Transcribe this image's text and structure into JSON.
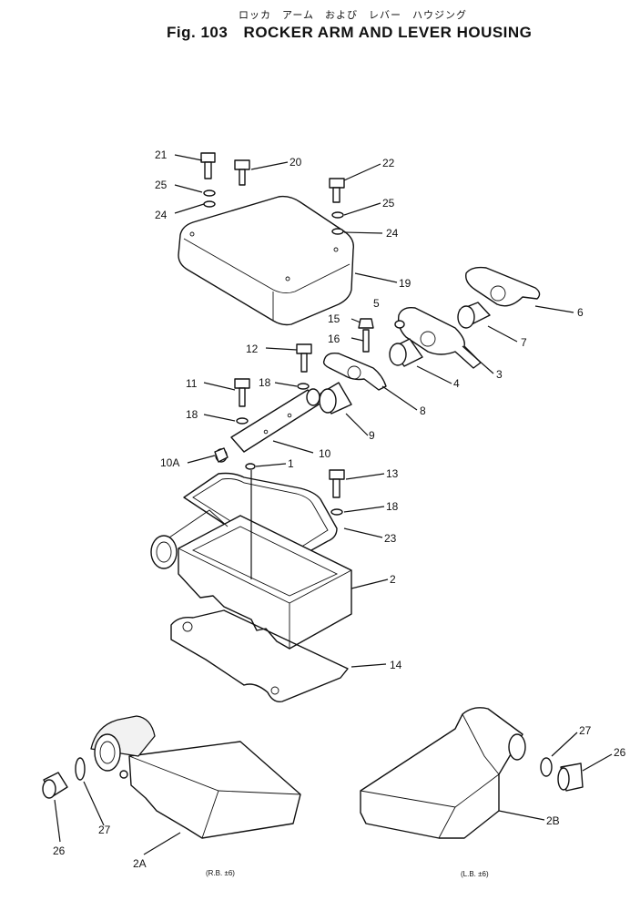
{
  "header": {
    "title_jp": "ロッカ　アーム　および　レバー　ハウジング",
    "fig_label": "Fig. 103",
    "title_en": "ROCKER ARM AND LEVER HOUSING"
  },
  "callouts": {
    "p1": "1",
    "p2": "2",
    "p2a": "2A",
    "p2b": "2B",
    "p3": "3",
    "p4": "4",
    "p5": "5",
    "p6": "6",
    "p7": "7",
    "p8": "8",
    "p9": "9",
    "p10": "10",
    "p10a": "10A",
    "p11": "11",
    "p12": "12",
    "p13": "13",
    "p14": "14",
    "p15": "15",
    "p16": "16",
    "p18a": "18",
    "p18b": "18",
    "p18c": "18",
    "p19": "19",
    "p20": "20",
    "p21": "21",
    "p22": "22",
    "p23": "23",
    "p24a": "24",
    "p24b": "24",
    "p25a": "25",
    "p25b": "25",
    "p26a": "26",
    "p26b": "26",
    "p27a": "27",
    "p27b": "27"
  },
  "notes": {
    "rb": "(R.B. ±6)",
    "lb": "(L.B. ±6)"
  }
}
